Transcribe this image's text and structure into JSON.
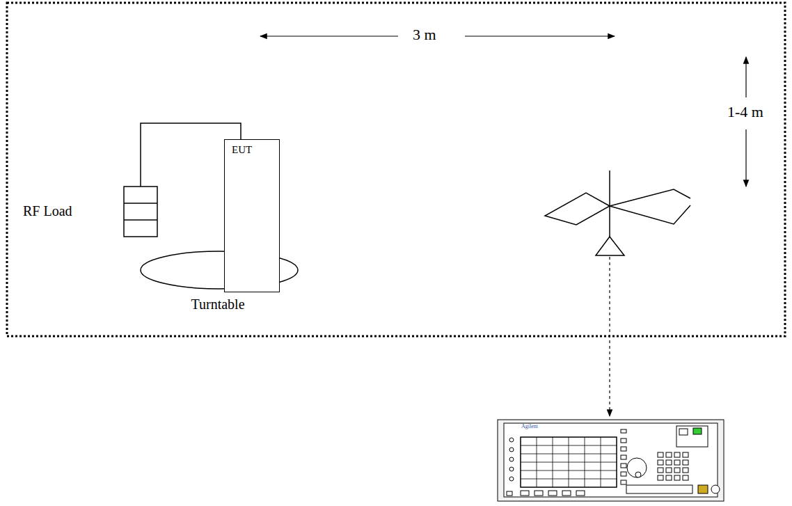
{
  "diagram": {
    "nodes": [
      {
        "text": [
          "RF Load"
        ]
      },
      {
        "text": [
          "EUT"
        ]
      },
      {
        "text": [
          "Turntable"
        ]
      }
    ],
    "edges": [
      {
        "from": 0,
        "to": 1,
        "arrow": "none"
      }
    ],
    "labels": [
      "3 m",
      "1-4 m",
      "Agilent"
    ]
  }
}
